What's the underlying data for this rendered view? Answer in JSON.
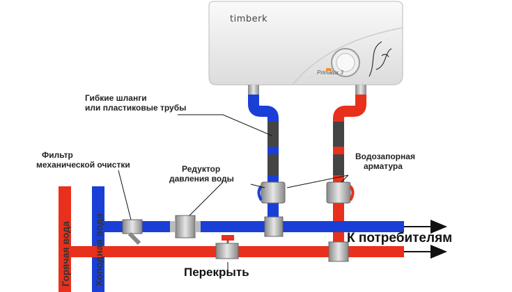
{
  "heater": {
    "brand": "timberk",
    "model": "Primalux 3"
  },
  "labels": {
    "hoses": [
      "Гибкие шланги",
      "или пластиковые трубы"
    ],
    "filter": [
      "Фильтр",
      "механической очистки"
    ],
    "reducer": [
      "Редуктор",
      "давления воды"
    ],
    "valves": [
      "Водозапорная",
      "арматура"
    ],
    "to_consumers": "К потребителям",
    "shutoff": "Перекрыть",
    "hot_water": "Горячая вода",
    "cold_water": "Холодная вода"
  },
  "colors": {
    "cold": "#1a3fd6",
    "hot": "#e8301c",
    "body": "#f2f2f2"
  }
}
